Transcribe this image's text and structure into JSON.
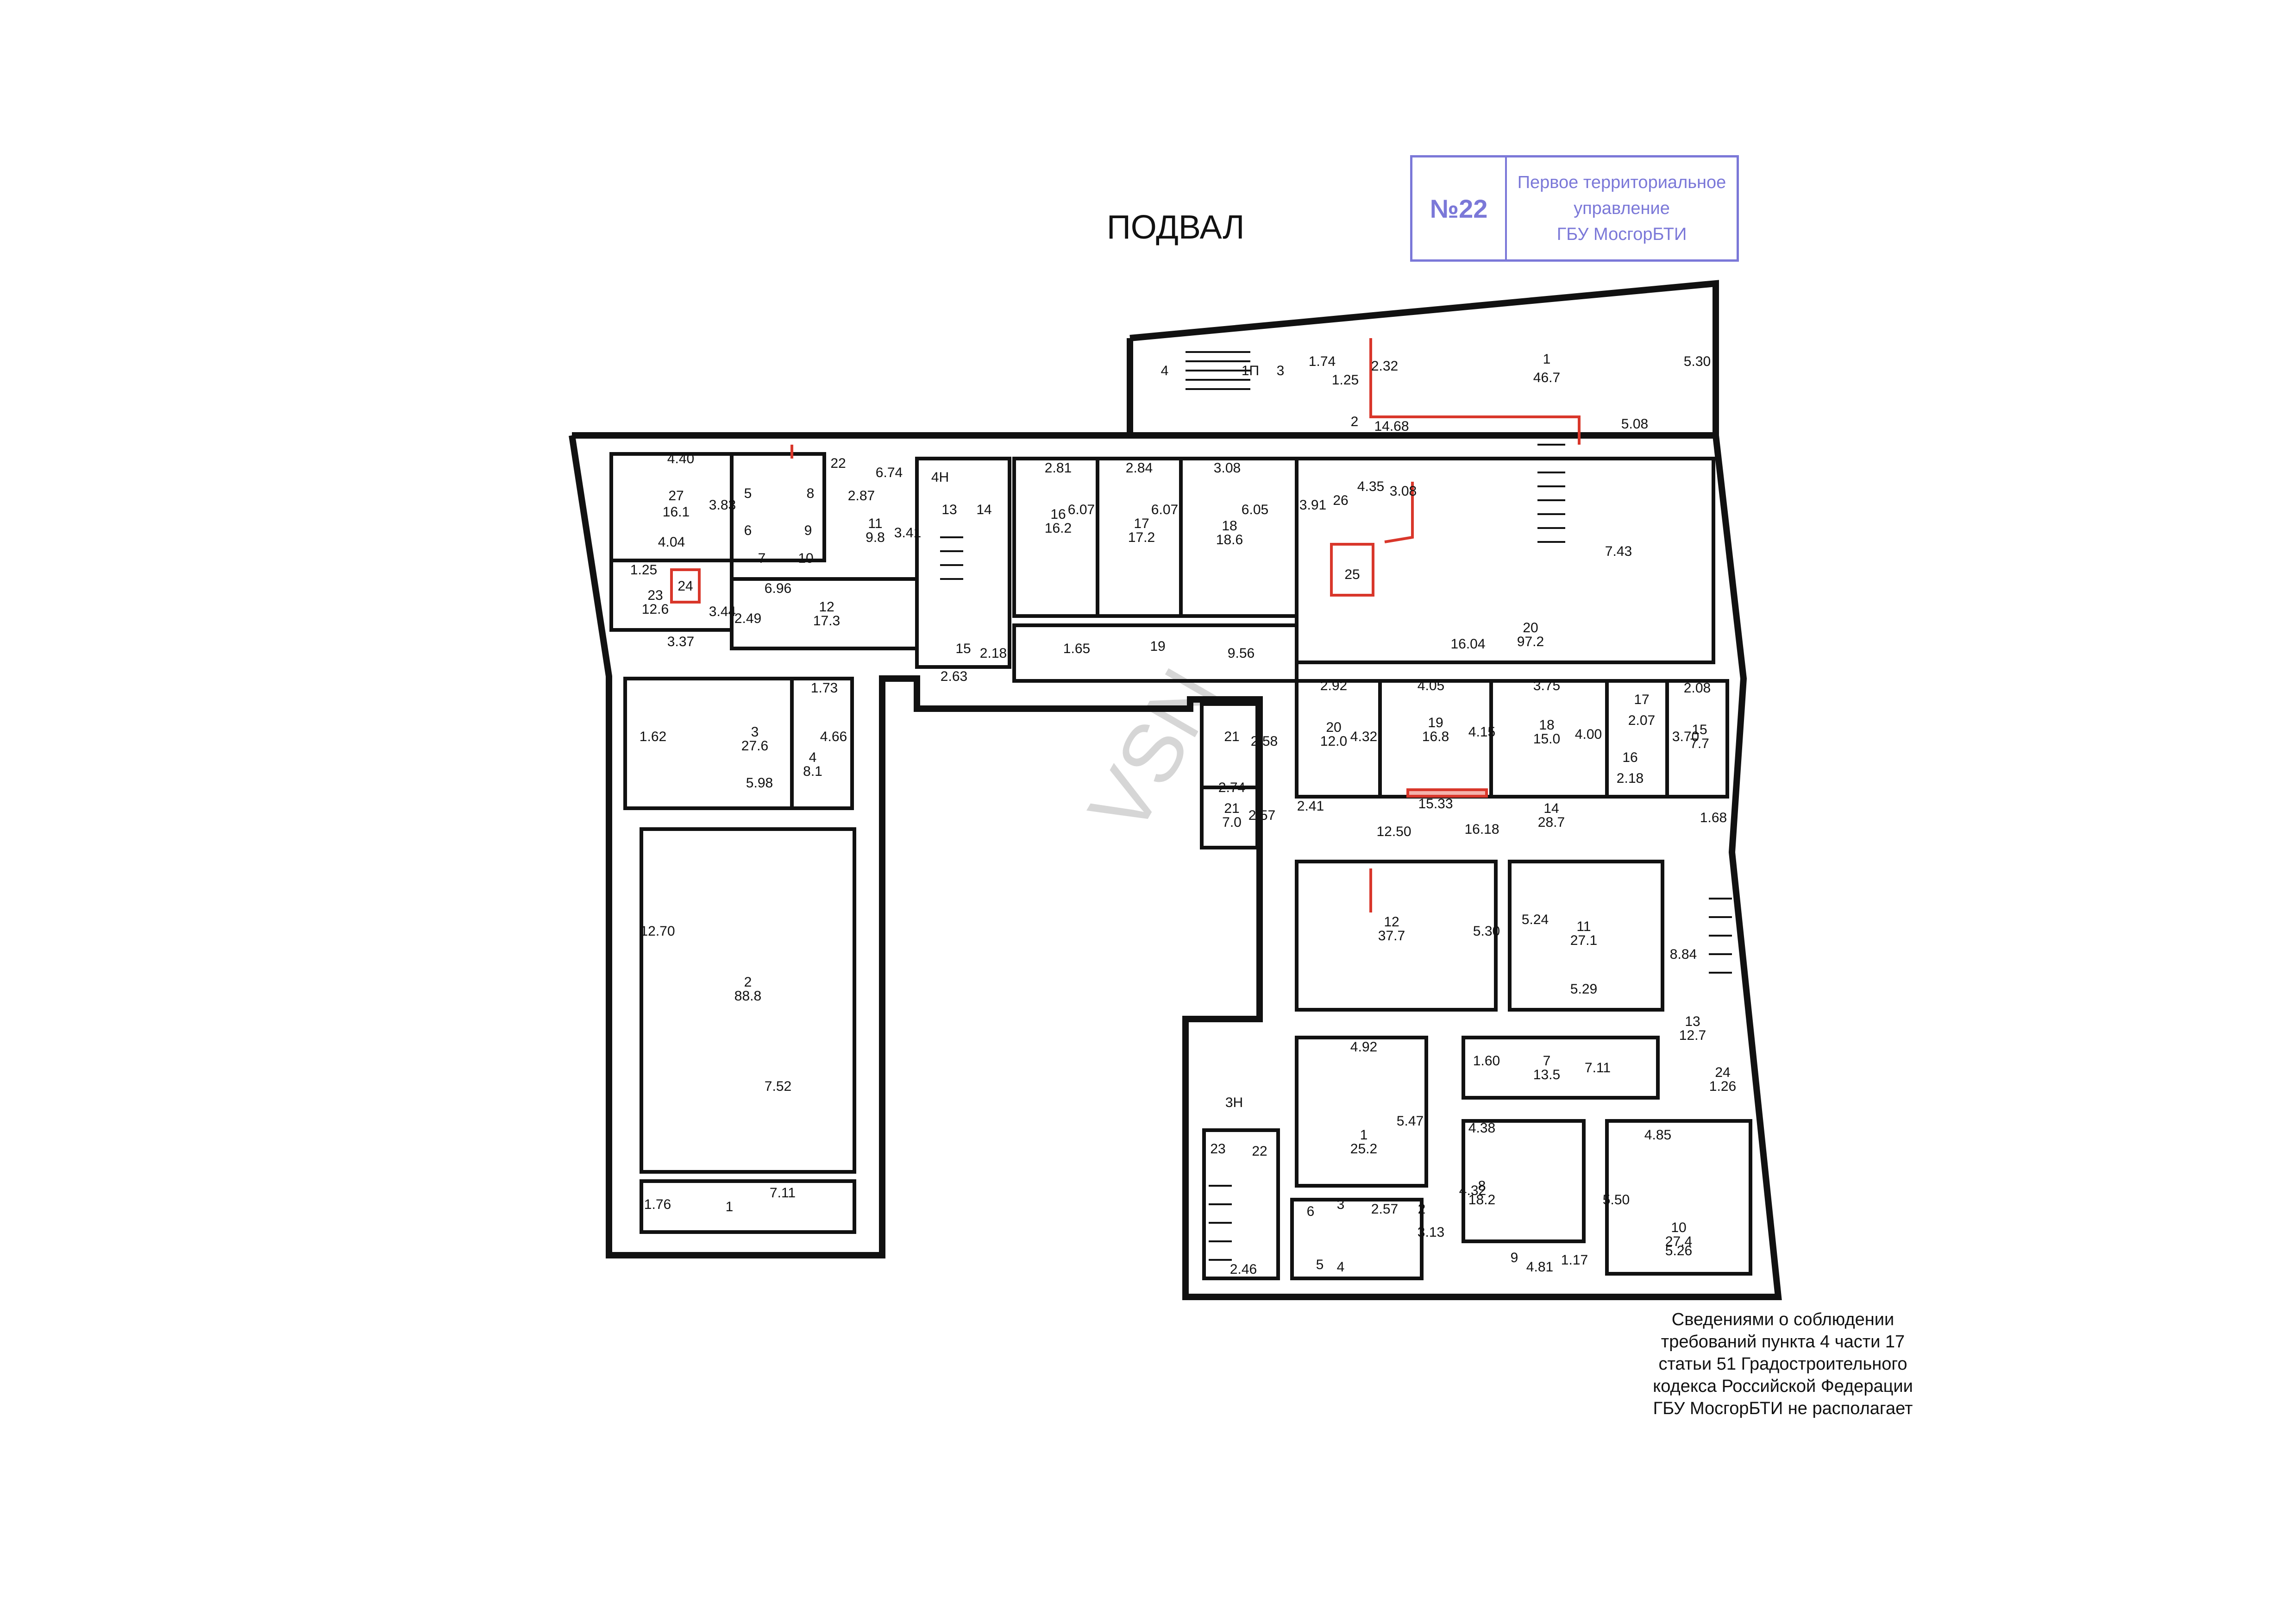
{
  "title": "ПОДВАЛ",
  "stamp": {
    "number": "№22",
    "lines": [
      "Первое территориальное",
      "управление",
      "ГБУ МосгорБТИ"
    ]
  },
  "notice": [
    "Сведениями о соблюдении",
    "требований пункта 4 части 17",
    "статьи 51 Градостроительного",
    "кодекса Российской Федерации",
    "ГБУ МосгорБТИ не располагает"
  ],
  "watermark": "VSN",
  "colors": {
    "wall": "#111111",
    "red": "#d9372b",
    "stamp": "#7b78d8",
    "hatch": "#d9372b"
  },
  "labels": {
    "l01": "4",
    "l02": "1П",
    "l03": "3",
    "l04": "1.74",
    "l05": "1.25",
    "l06": "2.32",
    "l07": "1",
    "l08": "46.7",
    "l09": "5.30",
    "l10": "2",
    "l11": "14.68",
    "l12": "5.08",
    "l13": "4.40",
    "l14": "22",
    "l15": "6.74",
    "l16": "4Н",
    "l17": "2.81",
    "l18": "2.84",
    "l19": "3.08",
    "l20": "27",
    "l21": "16.1",
    "l22": "3.83",
    "l23": "5",
    "l24": "8",
    "l25": "2.87",
    "l26": "6",
    "l27": "9",
    "l28": "11",
    "l29": "9.8",
    "l30": "3.41",
    "l31": "13",
    "l32": "14",
    "l33": "16",
    "l34": "16.2",
    "l35": "6.07",
    "l36": "17",
    "l37": "17.2",
    "l38": "6.07",
    "l39": "18",
    "l40": "18.6",
    "l41": "6.05",
    "l42": "3.91",
    "l43": "4.35",
    "l44": "26",
    "l45": "3.08",
    "l46": "7.43",
    "l47": "4.04",
    "l48": "7",
    "l49": "10",
    "l50": "1.25",
    "l51": "23",
    "l52": "24",
    "l53": "12.6",
    "l54": "6.96",
    "l55": "3.44",
    "l56": "2.49",
    "l57": "12",
    "l58": "17.3",
    "l59": "3.37",
    "l60": "25",
    "l61": "15",
    "l62": "2.18",
    "l63": "2.63",
    "l64": "1.65",
    "l65": "19",
    "l66": "9.56",
    "l67": "16.04",
    "l68": "20",
    "l69": "97.2",
    "l70": "1.73",
    "l71": "2.92",
    "l72": "4.05",
    "l73": "3.75",
    "l74": "2.08",
    "l75": "17",
    "l76": "2.07",
    "l77": "1.62",
    "l78": "3",
    "l79": "27.6",
    "l80": "4",
    "l81": "8.1",
    "l82": "4.66",
    "l83": "5.98",
    "l84": "21",
    "l85": "2.58",
    "l86": "20",
    "l87": "12.0",
    "l88": "4.32",
    "l89": "19",
    "l90": "16.8",
    "l91": "4.15",
    "l92": "18",
    "l93": "15.0",
    "l94": "4.00",
    "l95": "16",
    "l96": "2.18",
    "l97": "15",
    "l98": "7.7",
    "l99": "3.70",
    "m01": "2.74",
    "m02": "21",
    "m03": "7.0",
    "m04": "2.57",
    "m05": "2.41",
    "m06": "15.33",
    "m07": "14",
    "m08": "28.7",
    "m09": "1.68",
    "m10": "12.50",
    "m11": "16.18",
    "m12": "12.70",
    "m13": "12",
    "m14": "37.7",
    "m15": "5.30",
    "m16": "5.24",
    "m17": "11",
    "m18": "27.1",
    "m19": "8.84",
    "m20": "2",
    "m21": "88.8",
    "m22": "5.29",
    "m23": "13",
    "m24": "12.7",
    "m25": "4.92",
    "m26": "1.60",
    "m27": "7",
    "m28": "13.5",
    "m29": "7.11",
    "m30": "24",
    "m31": "1.26",
    "m32": "7.52",
    "m33": "3Н",
    "m34": "1",
    "m35": "25.2",
    "m36": "5.47",
    "m37": "4.38",
    "m38": "4.85",
    "m39": "23",
    "m40": "22",
    "m41": "4.32",
    "m42": "8",
    "m43": "18.2",
    "m44": "5.50",
    "m45": "10",
    "m46": "27.4",
    "m47": "1.76",
    "m48": "1",
    "m49": "7.11",
    "m50": "6",
    "m51": "3",
    "m52": "2.57",
    "m53": "2",
    "m54": "3.13",
    "m55": "5.26",
    "m56": "5",
    "m57": "4",
    "m58": "9",
    "m59": "4.81",
    "m60": "1.17",
    "m61": "2.46"
  }
}
